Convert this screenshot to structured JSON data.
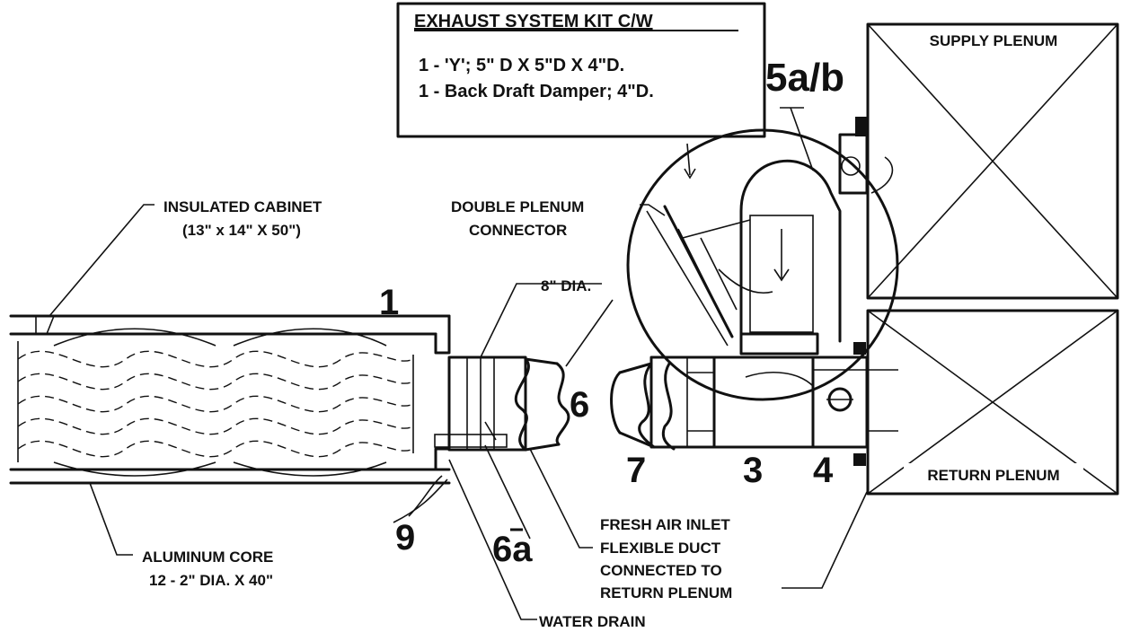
{
  "kit_box": {
    "title": "EXHAUST SYSTEM KIT C/W",
    "line1": "1 - 'Y';  5\" D X 5\"D X 4\"D.",
    "line2": "1 - Back Draft Damper; 4\"D."
  },
  "labels": {
    "supply_plenum": "SUPPLY PLENUM",
    "return_plenum": "RETURN PLENUM",
    "insulated_cabinet_1": "INSULATED CABINET",
    "insulated_cabinet_2": "(13\" x 14\" X 50\")",
    "double_plenum_1": "DOUBLE PLENUM",
    "double_plenum_2": "CONNECTOR",
    "eight_dia": "8\" DIA.",
    "aluminum_core_1": "ALUMINUM CORE",
    "aluminum_core_2": "12 - 2\" DIA. X 40\"",
    "fresh_air_1": "FRESH AIR INLET",
    "fresh_air_2": "FLEXIBLE DUCT",
    "fresh_air_3": "CONNECTED TO",
    "fresh_air_4": "RETURN PLENUM",
    "water_drain": "WATER DRAIN"
  },
  "part_numbers": {
    "p1": "1",
    "p3": "3",
    "p4": "4",
    "p5ab": "5a/b",
    "p6": "6",
    "p6a": "6a",
    "p7": "7",
    "p9": "9"
  },
  "colors": {
    "ink": "#111111",
    "background": "#ffffff"
  }
}
